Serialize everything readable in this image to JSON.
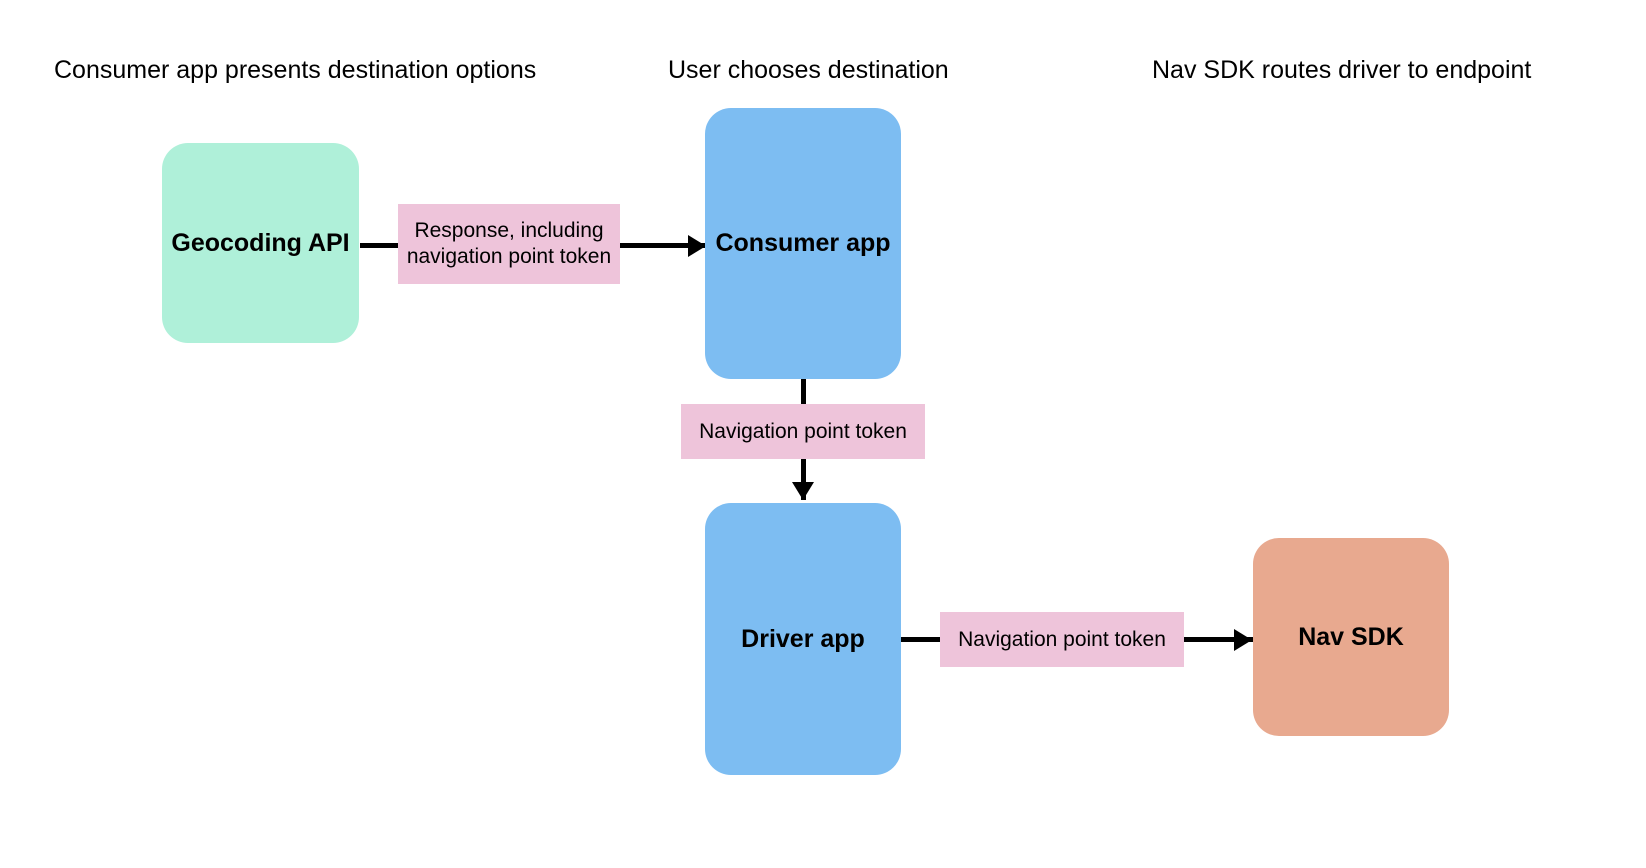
{
  "diagram": {
    "title_row": [
      {
        "id": "col-1",
        "label": "Consumer app presents destination options"
      },
      {
        "id": "col-2",
        "label": "User chooses destination"
      },
      {
        "id": "col-3",
        "label": "Nav SDK routes driver to endpoint"
      }
    ],
    "nodes": [
      {
        "id": "geocoding-api",
        "label": "Geocoding API",
        "color": "#aff0d9"
      },
      {
        "id": "consumer-app",
        "label": "Consumer app",
        "color": "#7dbdf2"
      },
      {
        "id": "driver-app",
        "label": "Driver app",
        "color": "#7dbdf2"
      },
      {
        "id": "nav-sdk",
        "label": "Nav SDK",
        "color": "#e8a98f"
      }
    ],
    "edges": [
      {
        "id": "geocoding-to-consumer",
        "from": "geocoding-api",
        "to": "consumer-app",
        "direction": "right",
        "label": "Response, including navigation point token",
        "label_lines": [
          "Response, including",
          "navigation point",
          "token"
        ],
        "label_color": "#eec4da"
      },
      {
        "id": "consumer-to-driver",
        "from": "consumer-app",
        "to": "driver-app",
        "direction": "down",
        "label": "Navigation point token",
        "label_lines": [
          "Navigation point token"
        ],
        "label_color": "#eec4da"
      },
      {
        "id": "driver-to-navsdk",
        "from": "driver-app",
        "to": "nav-sdk",
        "direction": "right",
        "label": "Navigation point token",
        "label_lines": [
          "Navigation point token"
        ],
        "label_color": "#eec4da"
      }
    ],
    "palette": {
      "background": "#ffffff",
      "green": "#aff0d9",
      "blue": "#7dbdf2",
      "salmon": "#e8a98f",
      "pink": "#eec4da",
      "line": "#000000",
      "text": "#000000"
    }
  }
}
